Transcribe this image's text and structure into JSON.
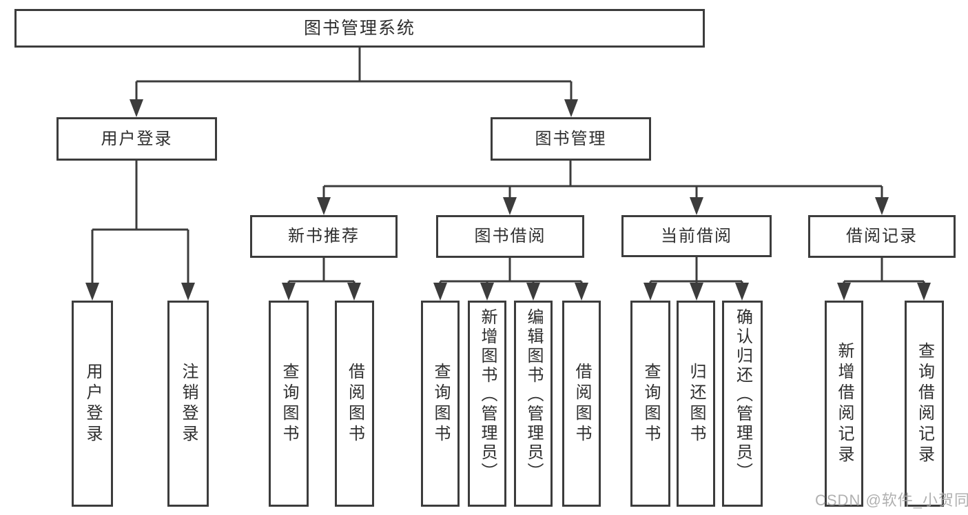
{
  "nodes": {
    "root": {
      "label": "图书管理系统"
    },
    "level2": [
      {
        "label": "用户登录"
      },
      {
        "label": "图书管理"
      }
    ],
    "level3": [
      {
        "label": "新书推荐"
      },
      {
        "label": "图书借阅"
      },
      {
        "label": "当前借阅"
      },
      {
        "label": "借阅记录"
      }
    ],
    "leaves": {
      "user_login": [
        {
          "label": "用户登录"
        },
        {
          "label": "注销登录"
        }
      ],
      "new_book_recommend": [
        {
          "label": "查询图书"
        },
        {
          "label": "借阅图书"
        }
      ],
      "book_borrow": [
        {
          "label": "查询图书"
        },
        {
          "label": "新增图书（管理员）"
        },
        {
          "label": "编辑图书（管理员）"
        },
        {
          "label": "借阅图书"
        }
      ],
      "current_borrow": [
        {
          "label": "查询图书"
        },
        {
          "label": "归还图书"
        },
        {
          "label": "确认归还（管理员）"
        }
      ],
      "borrow_records": [
        {
          "label": "新增借阅记录"
        },
        {
          "label": "查询借阅记录"
        }
      ]
    }
  },
  "watermark": {
    "text": "CSDN @软件_小贺同学"
  },
  "colors": {
    "line": "#3c3c3c",
    "box_fill": "#ffffff",
    "text": "#2e2e2e",
    "watermark": "#a8a8a8",
    "background": "#ffffff"
  }
}
